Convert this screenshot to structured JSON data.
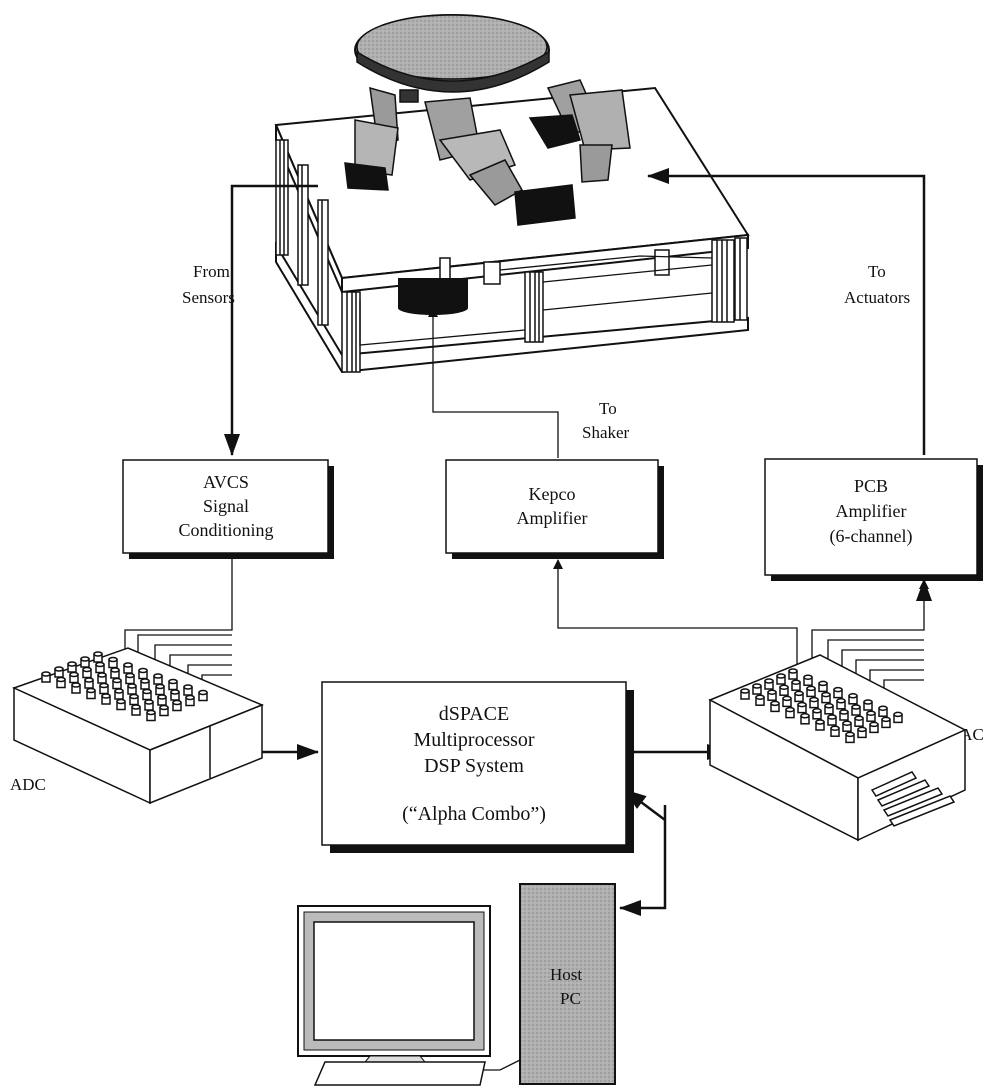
{
  "labels": {
    "from_sensors": [
      "From",
      "Sensors"
    ],
    "to_actuators": [
      "To",
      "Actuators"
    ],
    "to_shaker": [
      "To",
      "Shaker"
    ],
    "adc": "ADC",
    "dac": "DAC",
    "host_pc": [
      "Host",
      "PC"
    ]
  },
  "boxes": {
    "avcs": [
      "AVCS",
      "Signal",
      "Conditioning"
    ],
    "kepco": [
      "Kepco",
      "Amplifier"
    ],
    "pcb": [
      "PCB",
      "Amplifier",
      "(6-channel)"
    ],
    "dspace": [
      "dSPACE",
      "Multiprocessor",
      "DSP System",
      "",
      "(“Alpha Combo”)"
    ]
  },
  "colors": {
    "ink": "#111111",
    "pc_tower": "#a8a8a8",
    "actuator_gray": "#9a9a9a",
    "platform_top": "#7a7a7a"
  },
  "icons": {
    "stewart_platform": "hexapod-platform-icon",
    "monitor": "monitor-icon",
    "keyboard": "keyboard-icon",
    "tower": "computer-tower-icon"
  }
}
